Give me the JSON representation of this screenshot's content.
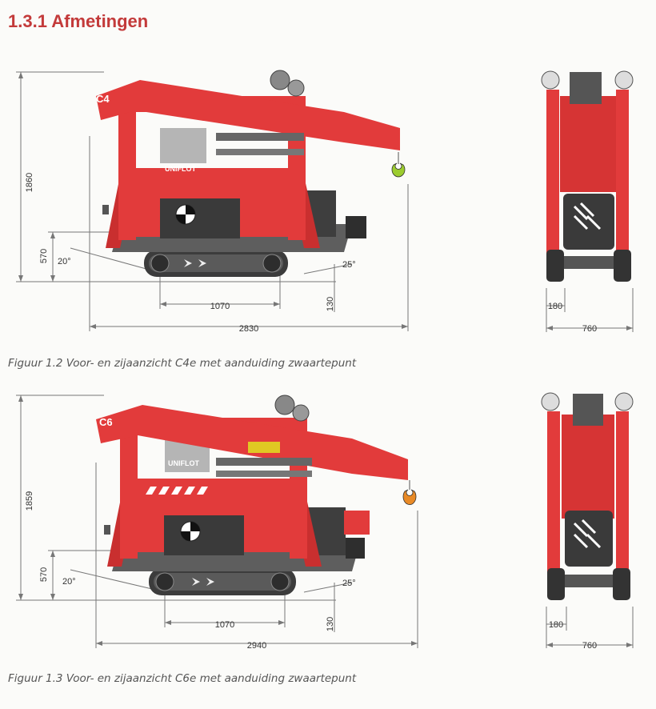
{
  "heading": "1.3.1 Afmetingen",
  "figures": [
    {
      "side": {
        "model_label": "C4",
        "brand_label": "UNIFLOT",
        "height": "1860",
        "base_height": "570",
        "front_angle": "20°",
        "rear_angle": "25°",
        "track_length": "1070",
        "ground_clearance": "130",
        "total_length": "2830"
      },
      "front": {
        "track_width": "180",
        "total_width": "760"
      },
      "caption": "Figuur 1.2  Voor- en zijaanzicht C4e met aanduiding zwaartepunt"
    },
    {
      "side": {
        "model_label": "C6",
        "brand_label": "UNIFLOT",
        "height": "1859",
        "base_height": "570",
        "front_angle": "20°",
        "rear_angle": "25°",
        "track_length": "1070",
        "ground_clearance": "130",
        "total_length": "2940"
      },
      "front": {
        "track_width": "180",
        "total_width": "760"
      },
      "caption": "Figuur 1.3  Voor- en zijaanzicht C6e met aanduiding zwaartepunt"
    }
  ],
  "colors": {
    "heading": "#c33a3a",
    "crane_red": "#e23b3b",
    "crane_dark_red": "#b72a2a",
    "dark_gray": "#4a4a4a",
    "hook_green": "#9ccc2f",
    "hook_orange": "#e98a26"
  }
}
